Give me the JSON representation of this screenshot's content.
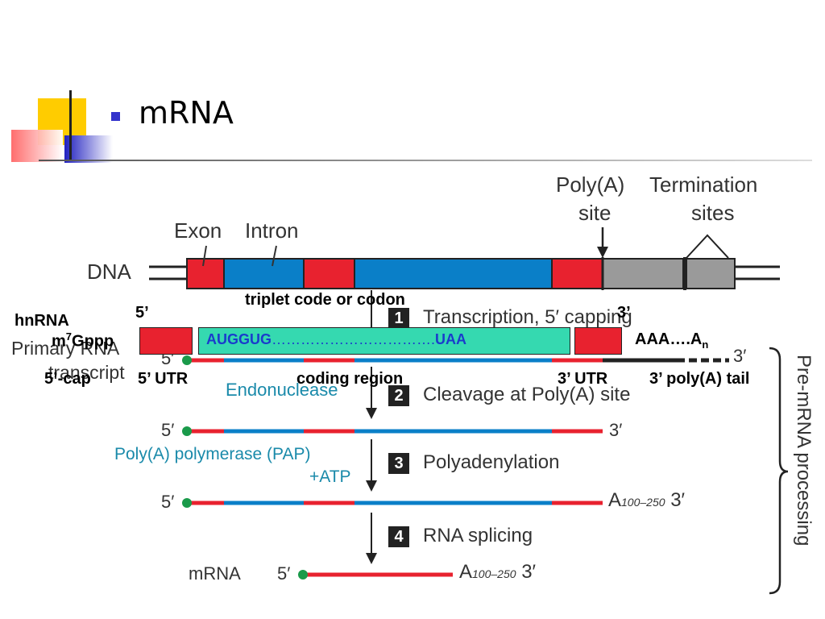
{
  "slide": {
    "title": "mRNA"
  },
  "figure": {
    "dna_label": "DNA",
    "exon_label": "Exon",
    "intron_label": "Intron",
    "polya_site_label": "Poly(A)",
    "polya_site_label2": "site",
    "termination_label": "Termination",
    "termination_label2": "sites",
    "primary_label": "Primary RNA",
    "transcript_label": "transcript",
    "five_prime": "5′",
    "three_prime": "3′",
    "endonuclease": "Endonuclease",
    "pap_label": "Poly(A) polymerase (PAP)",
    "atp_label": "+ATP",
    "polya_tail": "A",
    "polya_sub": "100–250",
    "mrna_label": "mRNA",
    "premrna_label": "Pre-mRNA processing",
    "steps": [
      {
        "num": "1",
        "text": "Transcription, 5′ capping"
      },
      {
        "num": "2",
        "text": "Cleavage at Poly(A) site"
      },
      {
        "num": "3",
        "text": "Polyadenylation"
      },
      {
        "num": "4",
        "text": "RNA splicing"
      }
    ]
  },
  "annotations": {
    "triplet": "triplet code or codon",
    "hnrna": "hnRNA",
    "five_end": "5’",
    "three_end": "3’",
    "cap_prefix": "m",
    "cap_sup": "7",
    "cap_suffix": "Gppp",
    "coding_start": "AUGGUG",
    "coding_dots": "…………………………….",
    "coding_end": "UAA",
    "polya_text": "AAA….A",
    "polya_sub": "n",
    "five_cap": "5’-cap",
    "five_utr": "5’ UTR",
    "coding_region": "coding region",
    "three_utr": "3’ UTR",
    "polya_tail": "3’ poly(A) tail"
  },
  "colors": {
    "exon": "#e8222f",
    "intron": "#0a7fc8",
    "flank": "#9a9a9a",
    "coding_box": "#35d9b0",
    "cap_dot": "#1a9a4a"
  }
}
